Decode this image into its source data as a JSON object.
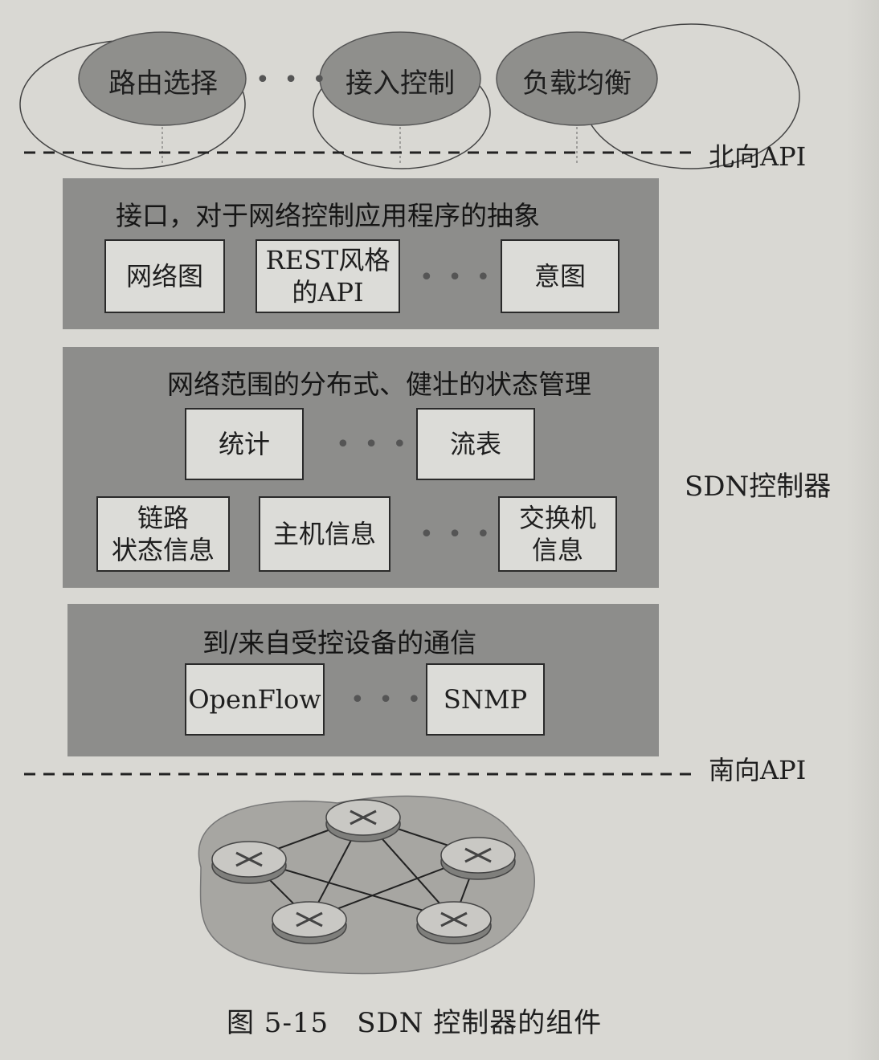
{
  "apps": {
    "routing": "路由选择",
    "access_control": "接入控制",
    "load_balance": "负载均衡",
    "ellipsis": "• • •"
  },
  "northbound_api": "北向API",
  "southbound_api": "南向API",
  "controller_label": "SDN控制器",
  "layer1": {
    "title": "接口，对于网络控制应用程序的抽象",
    "boxes": [
      "网络图",
      "REST风格\n的API",
      "意图"
    ],
    "ellipsis": "• • •"
  },
  "layer2": {
    "title": "网络范围的分布式、健壮的状态管理",
    "row1": [
      "统计",
      "流表"
    ],
    "row2": [
      "链路\n状态信息",
      "主机信息",
      "交换机\n信息"
    ],
    "ellipsis": "• • •"
  },
  "layer3": {
    "title": "到/来自受控设备的通信",
    "boxes": [
      "OpenFlow",
      "SNMP"
    ],
    "ellipsis": "• • •"
  },
  "caption": "图 5-15　SDN 控制器的组件",
  "colors": {
    "background": "#d9d8d3",
    "layer": "#8d8d8b",
    "app_oval": "#8f8f8c",
    "box": "#dcdcd8"
  }
}
